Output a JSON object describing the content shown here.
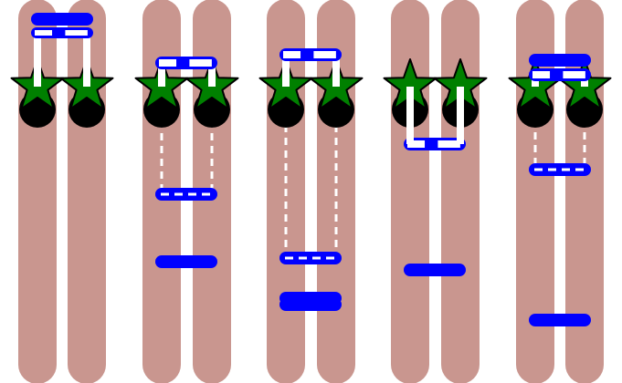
{
  "palette": {
    "background": "#ffffff",
    "rail": "#c9968f",
    "bar": "#0000ff",
    "star": "#008000",
    "dot": "#000000",
    "dash": "#ffffff"
  },
  "icons": {
    "star": "star-icon",
    "dot": "circle-icon"
  },
  "panels": [
    {
      "id": "panel-1",
      "top_bars": 2,
      "stars": 2,
      "lower_bars": 0,
      "dashed_links": 0
    },
    {
      "id": "panel-2",
      "top_bars": 1,
      "stars": 2,
      "lower_bars": 2,
      "dashed_links": 2
    },
    {
      "id": "panel-3",
      "top_bars": 1,
      "stars": 2,
      "lower_bars": 3,
      "dashed_links": 2
    },
    {
      "id": "panel-4",
      "top_bars": 0,
      "stars": 2,
      "lower_bars": 2,
      "dashed_links": 0
    },
    {
      "id": "panel-5",
      "top_bars": 2,
      "stars": 2,
      "lower_bars": 2,
      "dashed_links": 2
    }
  ]
}
